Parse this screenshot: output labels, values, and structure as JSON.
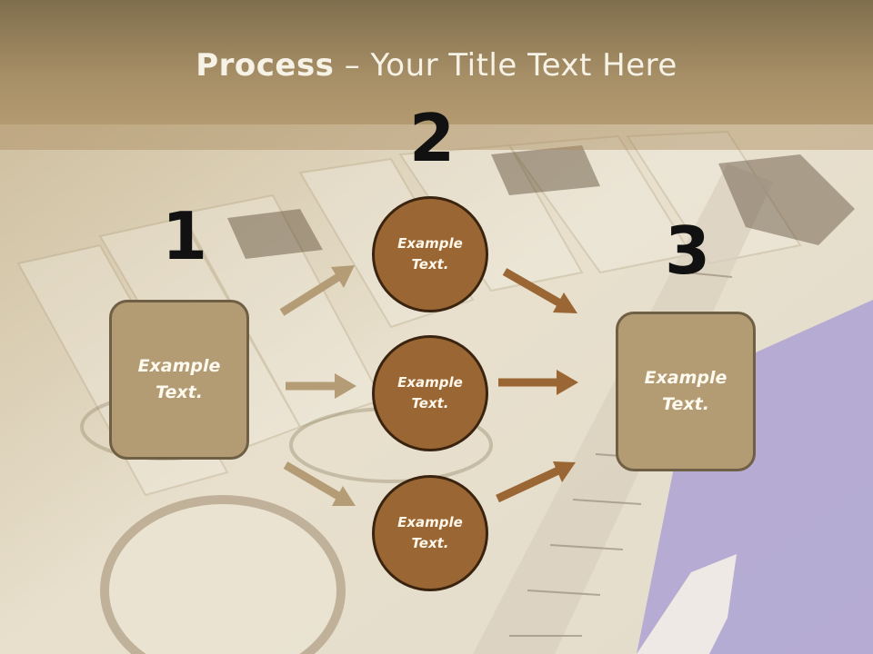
{
  "title": {
    "bold": "Process",
    "rest": " – Your Title Text Here"
  },
  "steps": [
    {
      "number": "1",
      "label": "Example\nText."
    },
    {
      "number": "2",
      "label": ""
    },
    {
      "number": "3",
      "label": "Example\nText."
    }
  ],
  "circles": [
    {
      "label": "Example\nText."
    },
    {
      "label": "Example\nText."
    },
    {
      "label": "Example\nText."
    }
  ],
  "colors": {
    "title_bar": "#a68e66",
    "box_fill": "#b39b74",
    "circle_fill": "#9a6633",
    "arrow_light": "#b49c76",
    "arrow_dark": "#9a6633"
  }
}
